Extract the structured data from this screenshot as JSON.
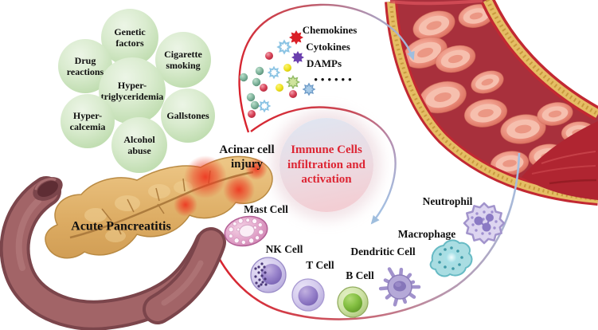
{
  "figure": {
    "labels": {
      "acinar_injury": "Acinar cell\ninjury",
      "acute_pancreatitis": "Acute Pancreatitis",
      "immune_center": "Immune Cells\ninfiltration and\nactivation"
    },
    "risk_factors": [
      {
        "name": "genetic-factors",
        "label": "Genetic\nfactors"
      },
      {
        "name": "drug-reactions",
        "label": "Drug\nreactions"
      },
      {
        "name": "cigarette-smoking",
        "label": "Cigarette\nsmoking"
      },
      {
        "name": "hypertriglyceridemia",
        "label": "Hyper-\ntriglyceridemia"
      },
      {
        "name": "hypercalcemia",
        "label": "Hyper-\ncalcemia"
      },
      {
        "name": "gallstones",
        "label": "Gallstones"
      },
      {
        "name": "alcohol-abuse",
        "label": "Alcohol\nabuse"
      }
    ],
    "mediators": {
      "items": [
        {
          "icon": "chemokine-burst-icon",
          "label": "Chemokines"
        },
        {
          "icon": "cytokine-burst-icon",
          "label": "Cytokines"
        },
        {
          "icon": "damp-burst-icon",
          "label": "DAMPs"
        }
      ],
      "ellipsis": "••••••"
    },
    "immune_cells": [
      {
        "icon": "mast-cell-icon",
        "label": "Mast Cell"
      },
      {
        "icon": "nk-cell-icon",
        "label": "NK Cell"
      },
      {
        "icon": "t-cell-icon",
        "label": "T Cell"
      },
      {
        "icon": "b-cell-icon",
        "label": "B Cell"
      },
      {
        "icon": "dendritic-cell-icon",
        "label": "Dendritic Cell"
      },
      {
        "icon": "macrophage-icon",
        "label": "Macrophage"
      },
      {
        "icon": "neutrophil-icon",
        "label": "Neutrophil"
      }
    ],
    "colors": {
      "risk_circle_green": "#bedcae",
      "immune_text_red": "#dd2533",
      "arrow_red": "#d8232e",
      "arrow_blue": "#a4c0e2",
      "vessel_wall_yellow": "#e5bd64",
      "vessel_lumen": "#a8303c",
      "pancreas_tan": "#ddab62",
      "duodenum_mauve": "#a26467",
      "label_black": "#101010"
    }
  }
}
